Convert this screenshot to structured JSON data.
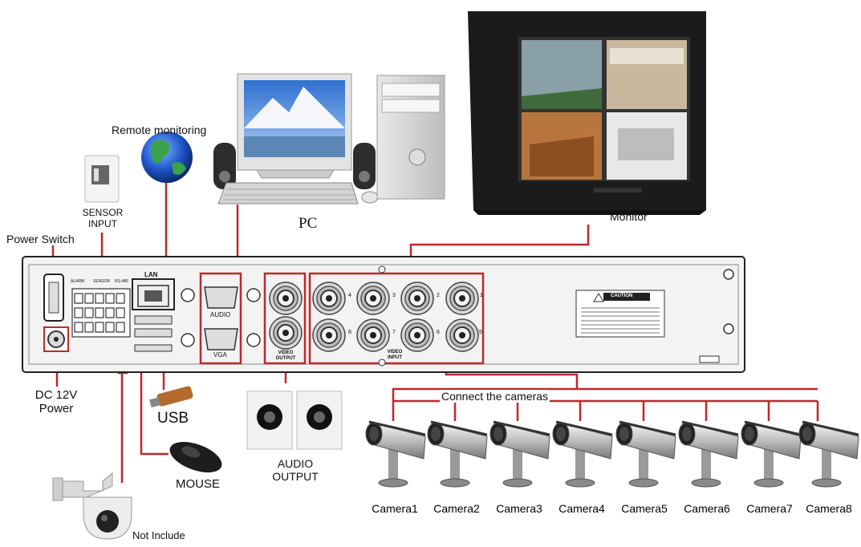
{
  "labels": {
    "remote_monitoring": "Remote monitoring",
    "sensor_input": "SENSOR\nINPUT",
    "power_switch": "Power Switch",
    "pc": "PC",
    "monitor": "Monitor",
    "dc_power": "DC 12V\nPower",
    "usb": "USB",
    "mouse": "MOUSE",
    "not_include": "Not Include",
    "audio_output": "AUDIO\nOUTPUT",
    "connect_cameras": "Connect the cameras"
  },
  "panel_text": {
    "lan": "LAN",
    "audio": "AUDIO",
    "vga": "VGA",
    "video_output": "VIDEO\nOUTPUT",
    "video_input": "VIDEO\nINPUT",
    "alarm": "ALARM",
    "sensor": "SENSOR",
    "rs485": "RS-485",
    "caution": "CAUTION"
  },
  "cameras": [
    "Camera1",
    "Camera2",
    "Camera3",
    "Camera4",
    "Camera5",
    "Camera6",
    "Camera7",
    "Camera8"
  ],
  "bnc_numbers": {
    "top": [
      "4",
      "3",
      "2",
      "1"
    ],
    "bottom": [
      "8",
      "7",
      "6",
      "5"
    ]
  },
  "colors": {
    "connector": "#c0272d",
    "panel": "#f2f2f2",
    "panel_edge": "#222222"
  }
}
